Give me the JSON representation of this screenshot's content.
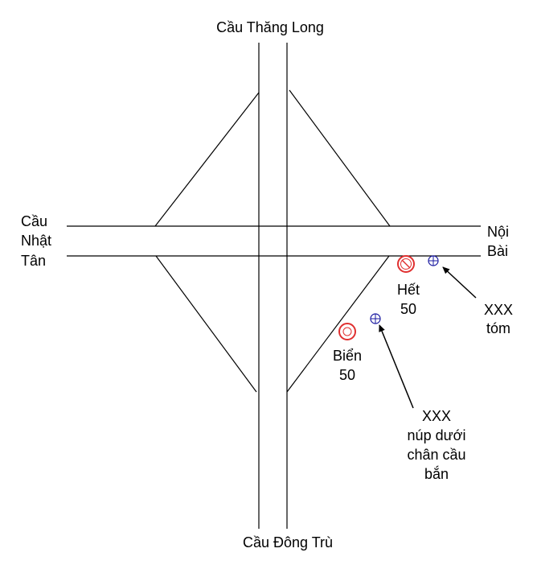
{
  "labels": {
    "north": "Cầu Thăng Long",
    "south": "Cầu Đông Trù",
    "west": [
      "Cầu",
      "Nhật",
      "Tân"
    ],
    "east": [
      "Nội",
      "Bài"
    ],
    "end_sign": [
      "Hết",
      "50"
    ],
    "speed_sign": [
      "Biển",
      "50"
    ],
    "catch_point": [
      "XXX",
      "tóm"
    ],
    "hide_point": [
      "XXX",
      "núp dưới",
      "chân cầu",
      "bắn"
    ]
  },
  "colors": {
    "line": "#000000",
    "sign_red": "#e03030",
    "marker_blue": "#1a1aa0"
  },
  "icons": {
    "end_limit": "no-entry-sign-icon",
    "speed_limit": "speed-limit-sign-icon",
    "camera": "crosshair-circle-icon",
    "arrow": "arrow-icon"
  }
}
